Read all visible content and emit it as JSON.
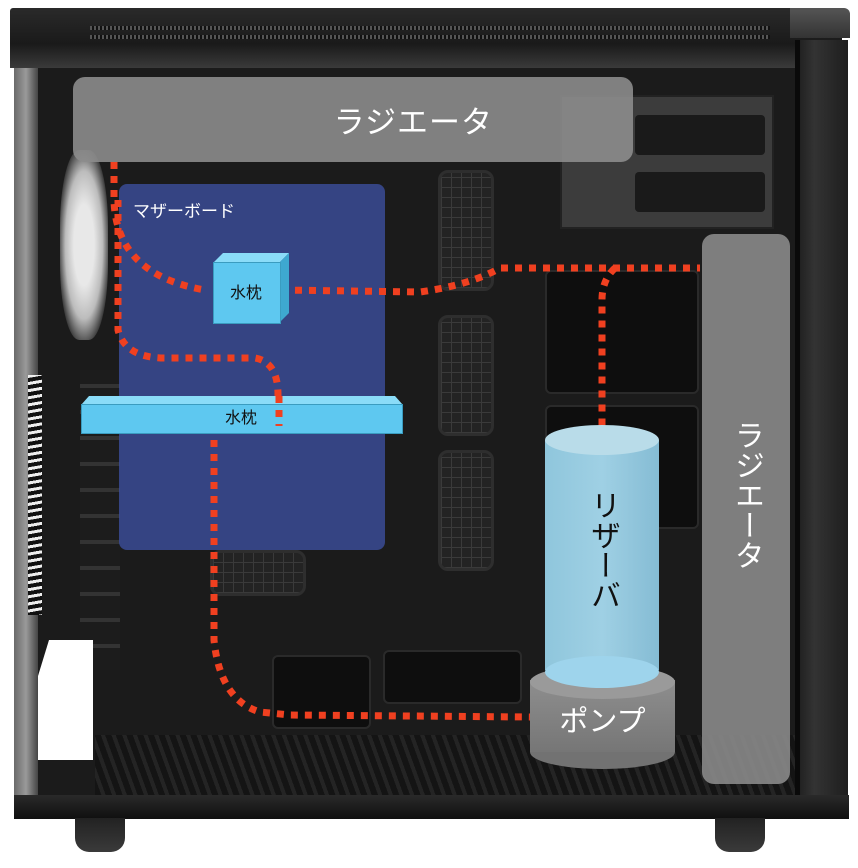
{
  "diagram": {
    "title": "",
    "components": {
      "radiator_top": {
        "label": "ラジエータ"
      },
      "radiator_right": {
        "label": "ラジエータ"
      },
      "motherboard": {
        "label": "マザーボード"
      },
      "water_block_cpu": {
        "label": "水枕"
      },
      "water_block_gpu": {
        "label": "水枕"
      },
      "reservoir": {
        "label": "リザーバ"
      },
      "pump": {
        "label": "ポンプ"
      }
    },
    "loop": {
      "style": "dotted",
      "color": "#f04020",
      "route": [
        "ポンプ",
        "水枕 (GPU)",
        "ラジエータ (上)",
        "水枕 (CPU)",
        "ラジエータ (右)",
        "リザーバ",
        "ポンプ"
      ]
    },
    "colors": {
      "motherboard_overlay": "#3c50a0",
      "water_block": "#5ec8f0",
      "reservoir": "#9fd0e4",
      "pump": "#808080",
      "radiator_overlay": "#8c8c8c",
      "loop_line": "#f04020"
    }
  }
}
